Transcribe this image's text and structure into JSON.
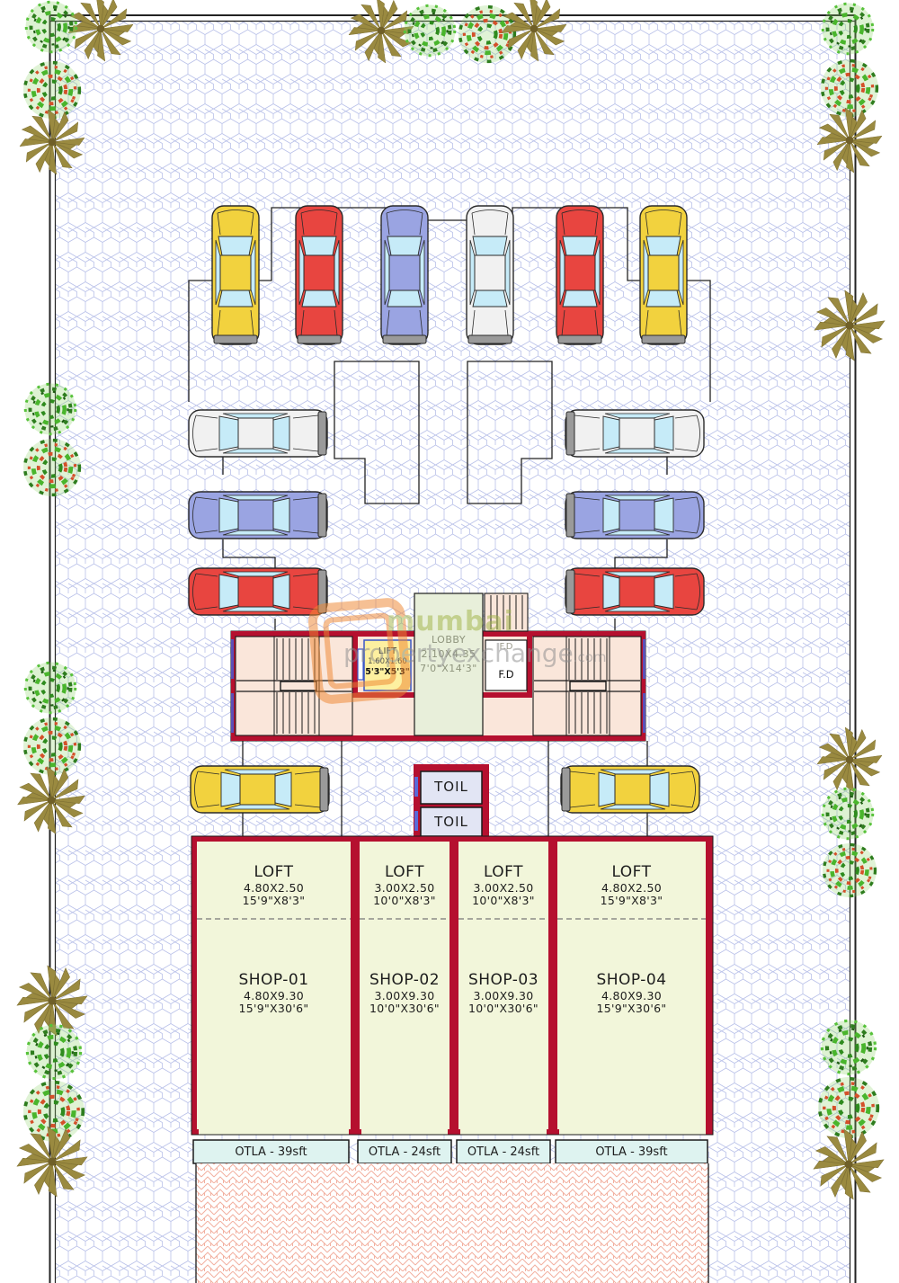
{
  "watermark": {
    "brand": "mumbai",
    "brand2": "propertyexchange",
    "tld": ".com"
  },
  "core": {
    "lift": {
      "label": "LIFT",
      "dim_m": "1.60X1.60",
      "dim_ft": "5'3\"X5'3\""
    },
    "lobby": {
      "label": "LOBBY",
      "dim_m": "2.10X4.35",
      "dim_ft": "7'0\"X14'3\""
    },
    "fire_duct": {
      "label": "F.D",
      "label_upper": "F.D"
    },
    "toilets": [
      {
        "label": "TOIL"
      },
      {
        "label": "TOIL"
      }
    ]
  },
  "shops": [
    {
      "loft_label": "LOFT",
      "loft_dim_m": "4.80X2.50",
      "loft_dim_ft": "15'9\"X8'3\"",
      "shop_label": "SHOP-01",
      "shop_dim_m": "4.80X9.30",
      "shop_dim_ft": "15'9\"X30'6\"",
      "otla_label": "OTLA - 39sft"
    },
    {
      "loft_label": "LOFT",
      "loft_dim_m": "3.00X2.50",
      "loft_dim_ft": "10'0\"X8'3\"",
      "shop_label": "SHOP-02",
      "shop_dim_m": "3.00X9.30",
      "shop_dim_ft": "10'0\"X30'6\"",
      "otla_label": "OTLA - 24sft"
    },
    {
      "loft_label": "LOFT",
      "loft_dim_m": "3.00X2.50",
      "loft_dim_ft": "10'0\"X8'3\"",
      "shop_label": "SHOP-03",
      "shop_dim_m": "3.00X9.30",
      "shop_dim_ft": "10'0\"X30'6\"",
      "otla_label": "OTLA - 24sft"
    },
    {
      "loft_label": "LOFT",
      "loft_dim_m": "4.80X2.50",
      "loft_dim_ft": "15'9\"X8'3\"",
      "shop_label": "SHOP-04",
      "shop_dim_m": "4.80X9.30",
      "shop_dim_ft": "15'9\"X30'6\"",
      "otla_label": "OTLA - 39sft"
    }
  ],
  "colors": {
    "wall": "#b5102f",
    "shop_fill": "#f2f6da",
    "otla_fill": "#def3f0",
    "lobby_fill": "#e8efda",
    "lift_fill": "#fdf0a0",
    "stair_fill": "#fae6da",
    "toilet_fill": "#e2e5f4",
    "car_yellow": "#f2d23e",
    "car_red": "#e84540",
    "car_blue": "#9aa4e2",
    "car_white": "#f1f1f1",
    "ground_line": "#b9c1e9",
    "pavement_line": "#f2b0a0",
    "tree_green": "#3fae2a",
    "tree_dark": "#2e7d1e",
    "tree_accent": "#d4502a",
    "palm": "#9a8a40",
    "watermark_green": "#a3b54a",
    "watermark_grey": "#8e8e8e",
    "watermark_orange": "#ef8833"
  }
}
